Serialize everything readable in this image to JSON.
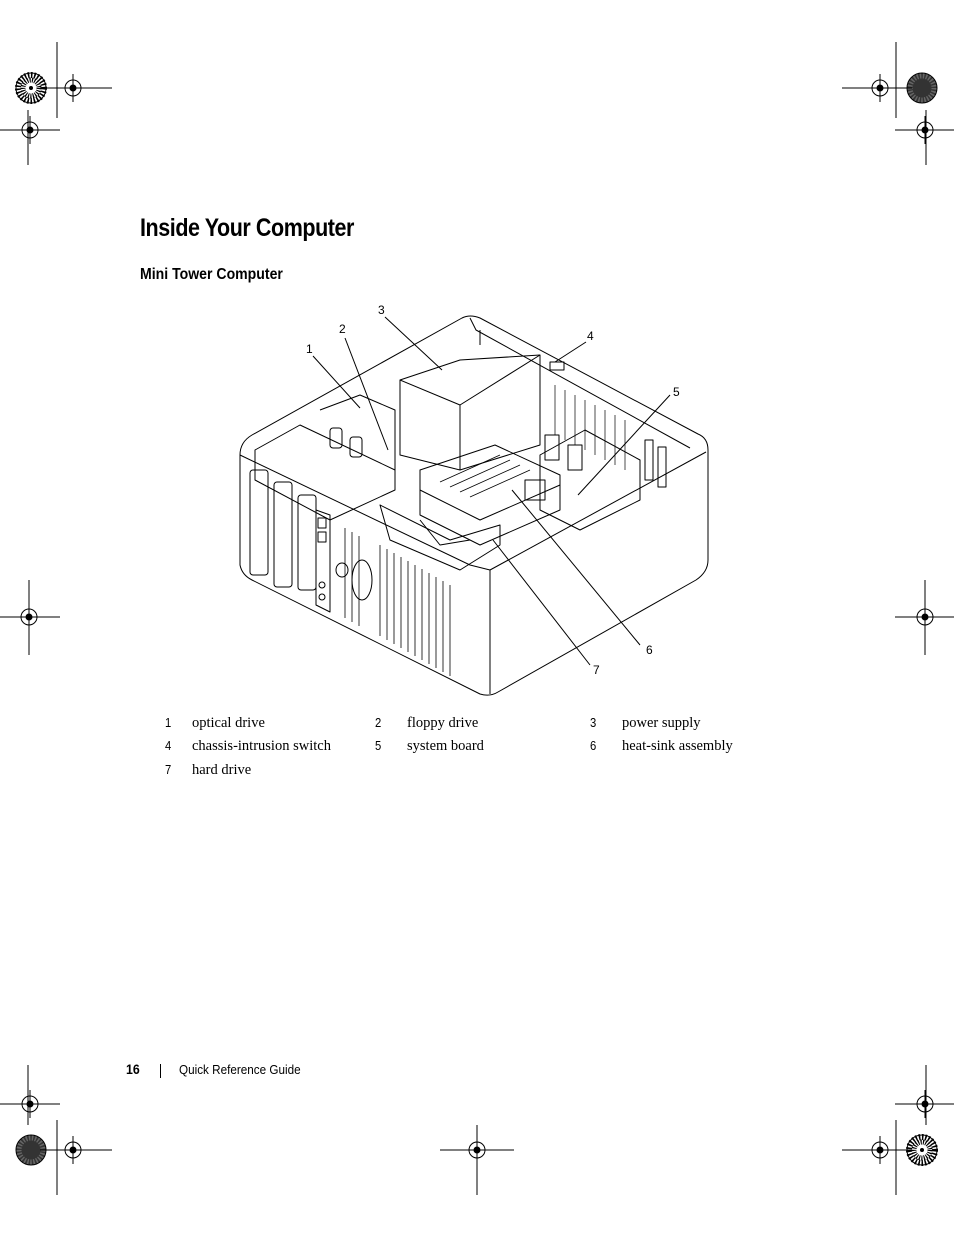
{
  "heading": "Inside Your Computer",
  "subheading": "Mini Tower Computer",
  "figure": {
    "icon": "computer-interior-illustration",
    "callouts": [
      "1",
      "2",
      "3",
      "4",
      "5",
      "6",
      "7"
    ]
  },
  "legend": [
    {
      "num": "1",
      "label": "optical drive"
    },
    {
      "num": "2",
      "label": "floppy drive"
    },
    {
      "num": "3",
      "label": "power supply"
    },
    {
      "num": "4",
      "label": "chassis-intrusion switch"
    },
    {
      "num": "5",
      "label": "system board"
    },
    {
      "num": "6",
      "label": "heat-sink assembly"
    },
    {
      "num": "7",
      "label": "hard drive"
    }
  ],
  "footer": {
    "page_number": "16",
    "doc_title": "Quick Reference Guide"
  }
}
